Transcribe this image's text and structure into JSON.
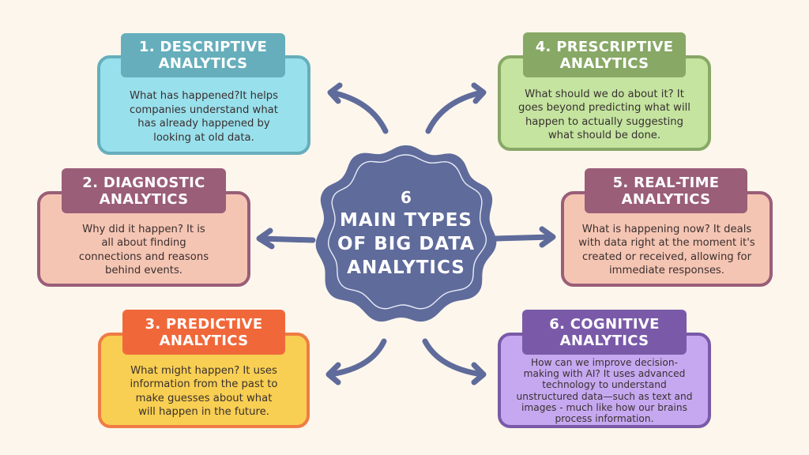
{
  "center": {
    "number": "6",
    "lines": [
      "MAIN TYPES",
      "OF BIG DATA",
      "ANALYTICS"
    ],
    "color": "#5f6b9b"
  },
  "cards": [
    {
      "id": "descriptive",
      "title_line1": "1. DESCRIPTIVE",
      "title_line2": "ANALYTICS",
      "text": [
        "What has happened?It helps",
        "companies understand what",
        "has already happened by",
        "looking at old data."
      ],
      "header_color": "#66aebc",
      "fill_color": "#98e0ec",
      "border_color": "#66aebc"
    },
    {
      "id": "diagnostic",
      "title_line1": "2. DIAGNOSTIC",
      "title_line2": "ANALYTICS",
      "text": [
        "Why did it happen? It is",
        "all about finding",
        "connections and reasons",
        "behind events."
      ],
      "header_color": "#9a5e78",
      "fill_color": "#f5c5b3",
      "border_color": "#9a5e78"
    },
    {
      "id": "predictive",
      "title_line1": "3. PREDICTIVE",
      "title_line2": "ANALYTICS",
      "text": [
        "What might happen? It uses",
        "information from the past to",
        "make guesses about what",
        "will happen in the future."
      ],
      "header_color": "#f0683a",
      "fill_color": "#f8cf52",
      "border_color": "#ef7c44"
    },
    {
      "id": "prescriptive",
      "title_line1": "4. PRESCRIPTIVE",
      "title_line2": "ANALYTICS",
      "text": [
        "What should we do about it? It",
        "goes beyond predicting what will",
        "happen to actually suggesting",
        "what should be done."
      ],
      "header_color": "#88a866",
      "fill_color": "#c4e4a0",
      "border_color": "#88a866"
    },
    {
      "id": "real-time",
      "title_line1": "5. REAL-TIME",
      "title_line2": "ANALYTICS",
      "text": [
        "What is happening now? It deals",
        "with data right at the moment it's",
        "created or received, allowing for",
        "immediate responses."
      ],
      "header_color": "#9a5e78",
      "fill_color": "#f5c5b3",
      "border_color": "#9a5e78"
    },
    {
      "id": "cognitive",
      "title_line1": "6. COGNITIVE",
      "title_line2": "ANALYTICS",
      "text": [
        "How can we improve decision-",
        "making with AI? It uses advanced",
        "technology to understand",
        "unstructured data—such as text and",
        "images - much like how our brains",
        "process information."
      ],
      "header_color": "#7a5aa8",
      "fill_color": "#c6a8f0",
      "border_color": "#7a5aa8"
    }
  ],
  "arrow_color": "#5f6b9b",
  "background": "#fcf6ec"
}
